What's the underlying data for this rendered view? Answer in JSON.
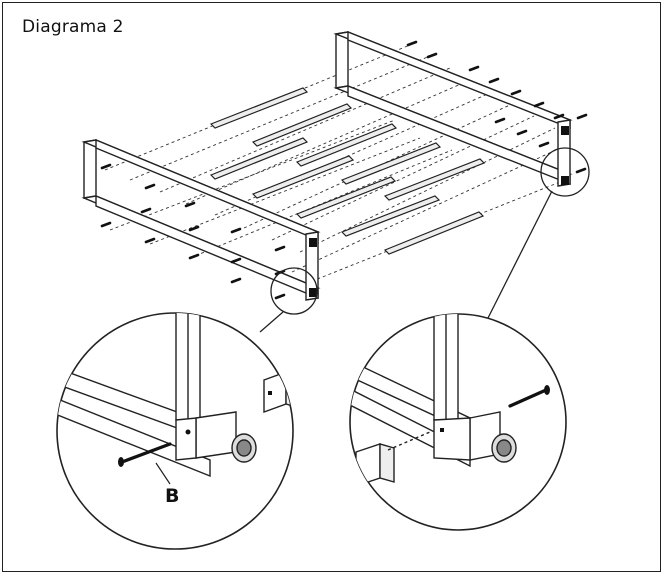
{
  "figure": {
    "title": "Diagrama 2",
    "callout_label": "B"
  },
  "parts": {
    "frame_ends": 2,
    "slats": 10,
    "bolts": 26,
    "detail_views": 2
  },
  "colors": {
    "line": "#222222",
    "slat_fill": "#eeeeee",
    "bolt": "#111111"
  }
}
